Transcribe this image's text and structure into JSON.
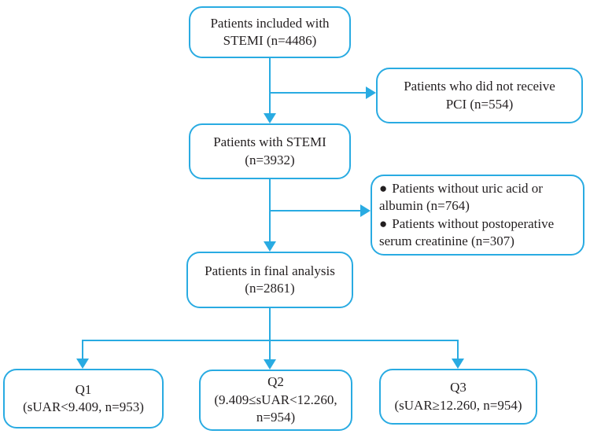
{
  "figure": {
    "type": "flowchart",
    "background_color": "#ffffff",
    "accent_color": "#29abe2",
    "text_color": "#231f20"
  },
  "boxes": {
    "included": {
      "lines": [
        "Patients included with",
        "STEMI (n=4486)"
      ]
    },
    "no_pci": {
      "lines": [
        "Patients who did not receive",
        "PCI (n=554)"
      ]
    },
    "stemi": {
      "lines": [
        "Patients with STEMI",
        "(n=3932)"
      ]
    },
    "excluded": {
      "bullet": "●",
      "items": [
        {
          "lines": [
            "Patients without uric acid or",
            "albumin (n=764)"
          ]
        },
        {
          "lines": [
            "Patients without postoperative",
            "serum creatinine (n=307)"
          ]
        }
      ]
    },
    "final": {
      "lines": [
        "Patients in final analysis",
        "(n=2861)"
      ]
    },
    "q1": {
      "lines": [
        "Q1",
        "(sUAR<9.409, n=953)"
      ]
    },
    "q2": {
      "lines": [
        "Q2",
        "(9.409≤sUAR<12.260,",
        "n=954)"
      ]
    },
    "q3": {
      "lines": [
        "Q3",
        "(sUAR≥12.260, n=954)"
      ]
    }
  }
}
